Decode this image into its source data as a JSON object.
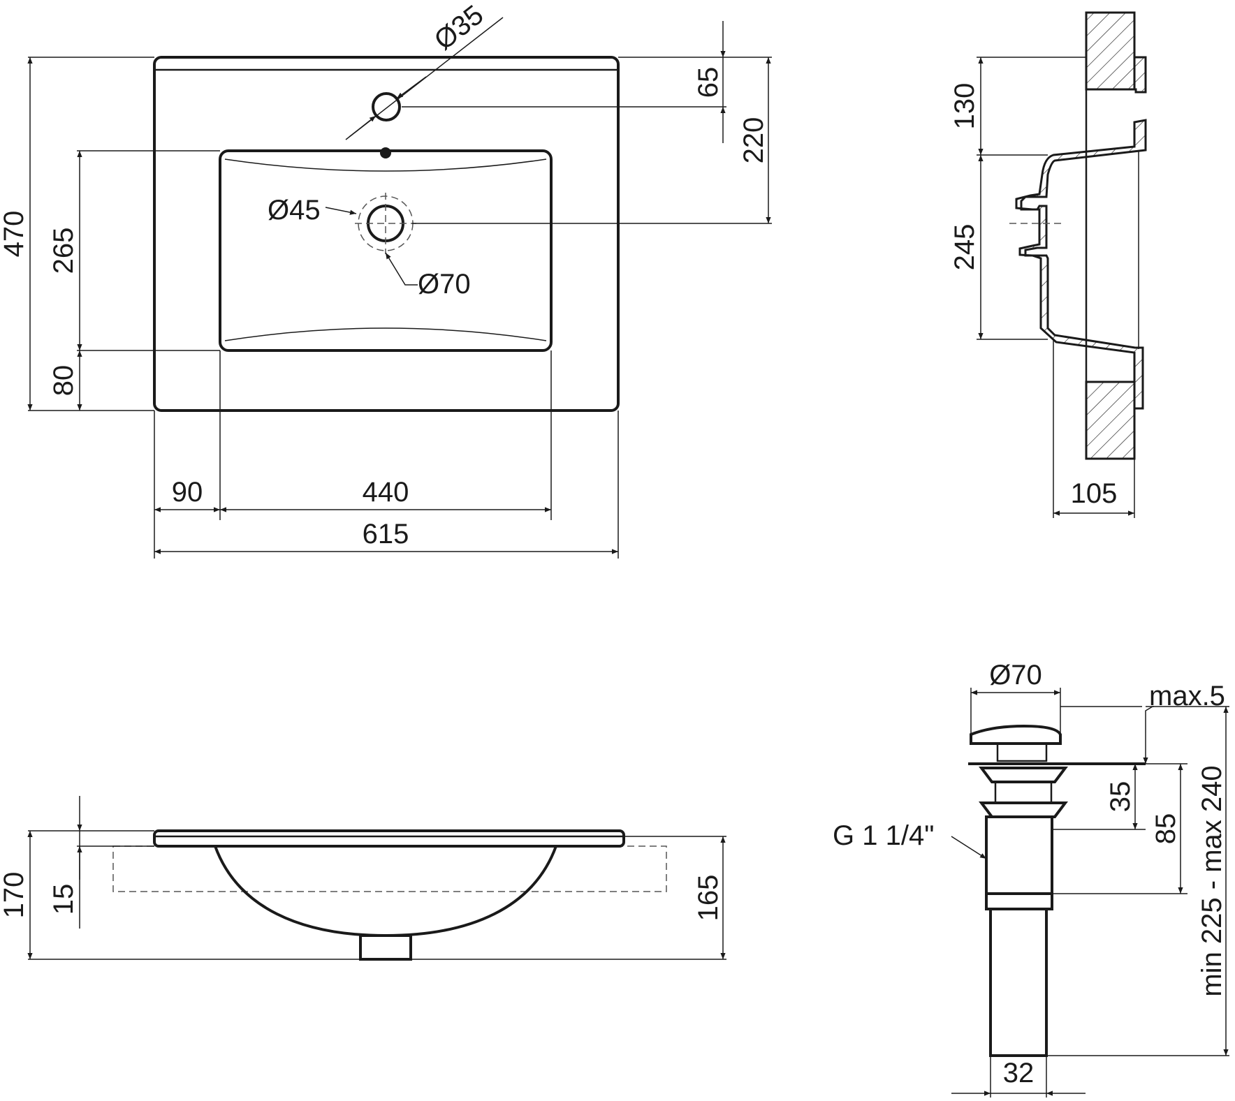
{
  "top_view": {
    "dims": {
      "total_depth": "470",
      "bowl_depth": "265",
      "front_margin": "80",
      "tap_offset": "65",
      "drain_offset": "220",
      "side_margin": "90",
      "bowl_width": "440",
      "total_width": "615"
    },
    "callouts": {
      "tap_hole": "Ø35",
      "drain_inner": "Ø45",
      "drain_outer": "Ø70"
    }
  },
  "section_view": {
    "dims": {
      "top_height": "130",
      "bowl_height": "245",
      "wall_depth": "105"
    }
  },
  "front_view": {
    "dims": {
      "total_height": "170",
      "rim_thickness": "15",
      "bowl_height": "165"
    }
  },
  "drain_view": {
    "dims": {
      "cap_diameter": "Ø70",
      "cap_gap": "max.5",
      "collar_height": "35",
      "body_height": "85",
      "install_range": "min 225 - max 240",
      "pipe_diameter": "32"
    },
    "thread_label": "G 1 1/4\""
  }
}
